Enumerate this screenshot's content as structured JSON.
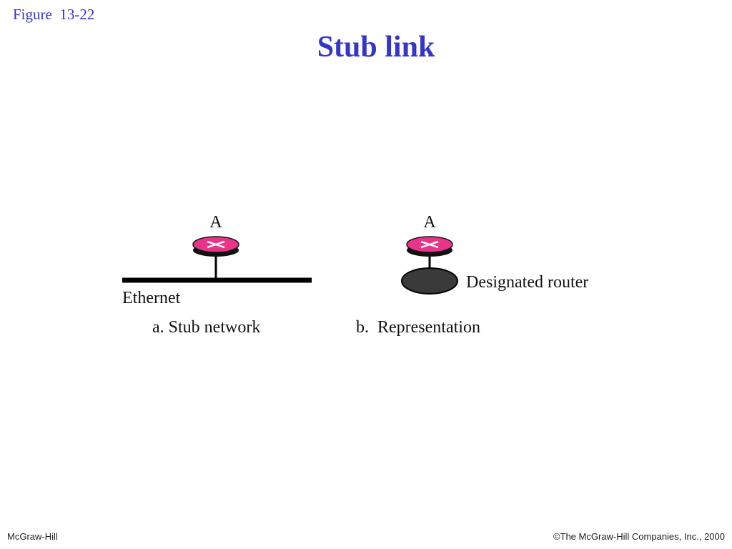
{
  "figure": {
    "number": "Figure  13-22",
    "title": "Stub link"
  },
  "diagram": {
    "part_a": {
      "router_label": "A",
      "network_label": "Ethernet",
      "caption": "a. Stub network"
    },
    "part_b": {
      "router_label": "A",
      "designated_label": "Designated router",
      "caption": "b.  Representation"
    }
  },
  "footer": {
    "publisher": "McGraw-Hill",
    "copyright": "©The McGraw-Hill Companies, Inc., 2000"
  },
  "colors": {
    "accent": "#3535c8",
    "router": "#e8358a",
    "designated_router": "#3a3a3a"
  }
}
